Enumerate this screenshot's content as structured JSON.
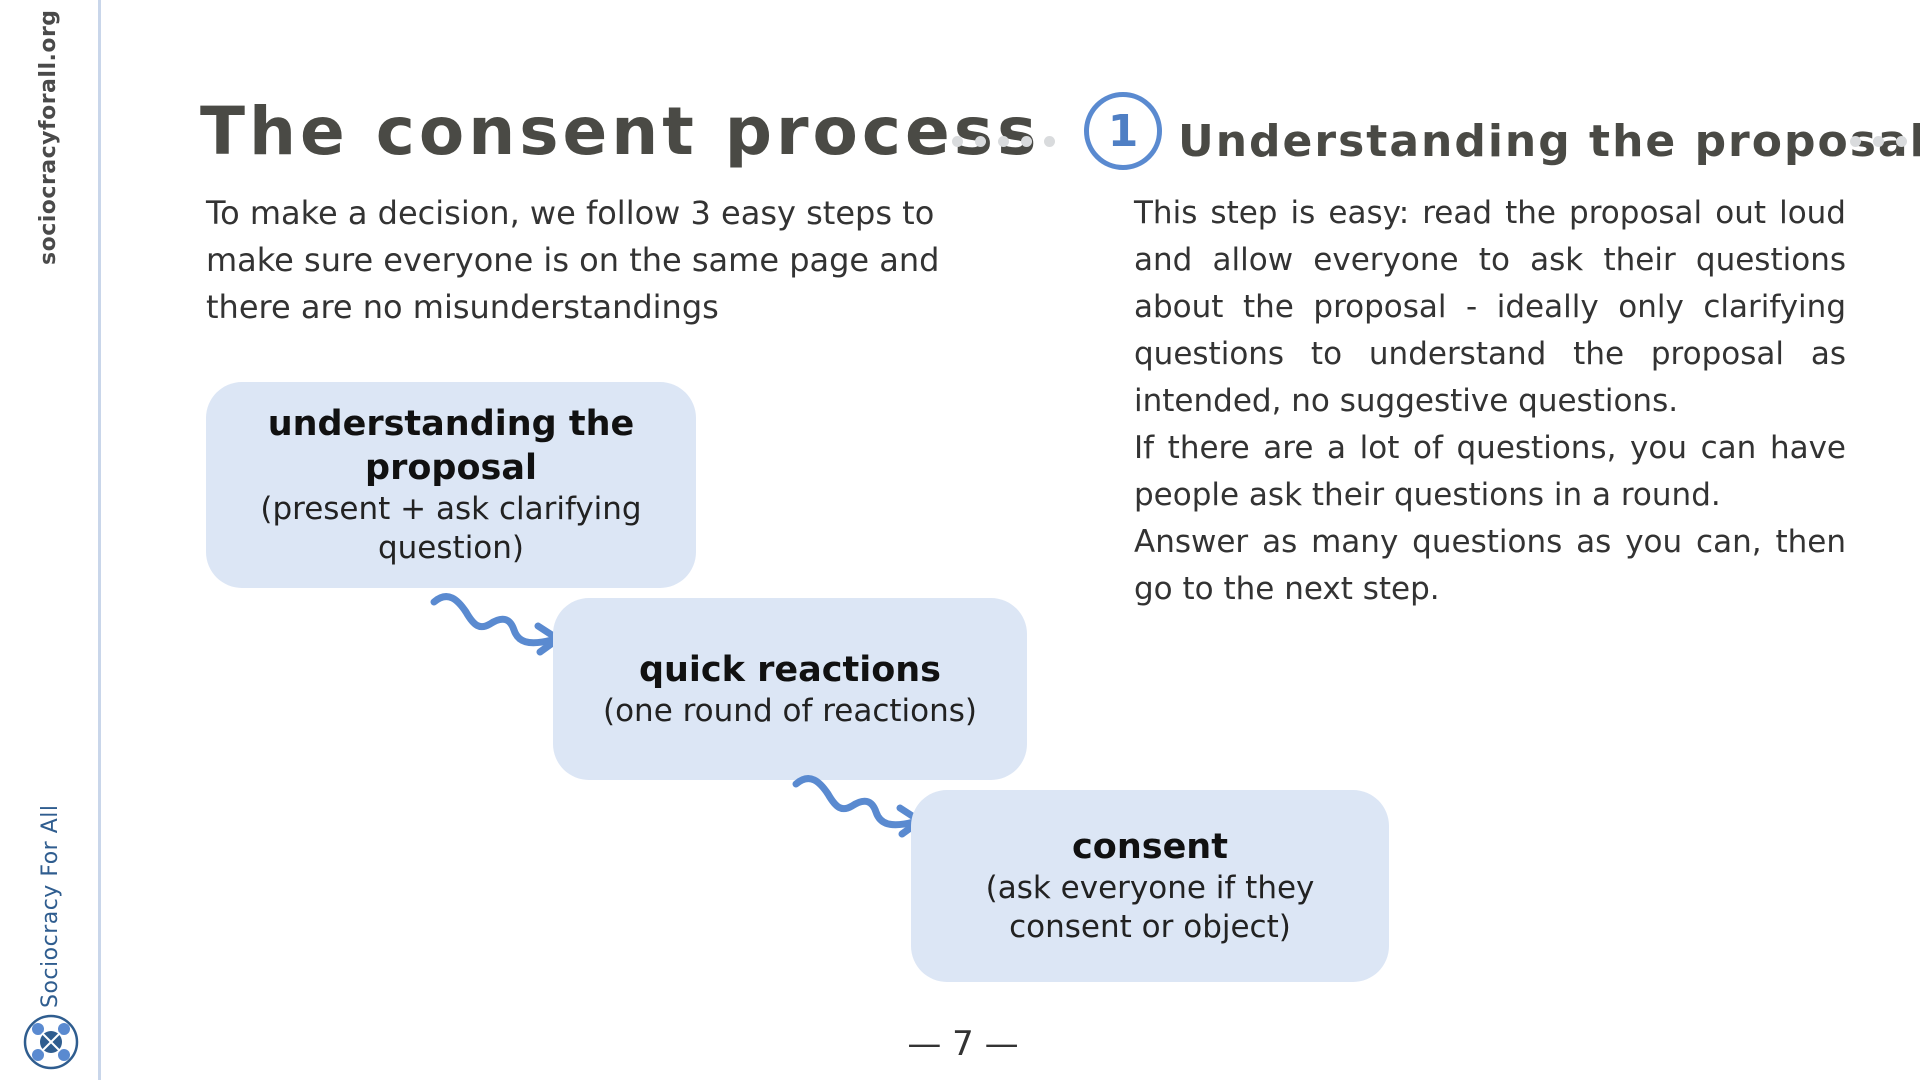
{
  "sidebar": {
    "site_url": "sociocracyforall.org",
    "brand_name": "Sociocracy For All",
    "logo_icon": "sociocracy-for-all-logo"
  },
  "header": {
    "title": "The consent process",
    "step_number": "1",
    "step_title": "Understanding the proposal"
  },
  "intro": {
    "text": "To make a decision, we follow 3 easy steps to make sure everyone is on the same page and there are no misunderstandings"
  },
  "steps": [
    {
      "label": "understanding the proposal",
      "detail": "(present + ask clarifying question)"
    },
    {
      "label": "quick reactions",
      "detail": "(one round of reactions)"
    },
    {
      "label": "consent",
      "detail": "(ask everyone if they consent or object)"
    }
  ],
  "description": {
    "paragraphs": [
      "This step is easy: read the proposal out loud and allow everyone to ask their questions about the proposal - ideally only clarifying questions to understand the proposal as intended, no suggestive questions.",
      "If there are a lot of questions, you can have people ask their questions in a round.",
      "Answer as many questions as you can, then go to the next step."
    ]
  },
  "footer": {
    "page_number": "— 7 —"
  },
  "colors": {
    "accent": "#5a8ad0",
    "box_fill": "#dce6f5",
    "title_text": "#4a4a45",
    "sidebar_line": "#c9d6ea"
  }
}
